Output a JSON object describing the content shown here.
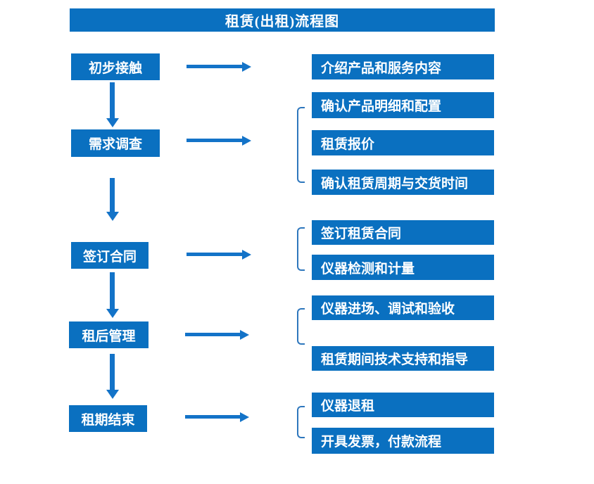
{
  "title": "租赁(出租)流程图",
  "colors": {
    "primary": "#0a70c0",
    "arrow": "#1373c8",
    "bracket": "#2e77bd"
  },
  "flow": {
    "steps": [
      {
        "label": "初步接触",
        "outputs": [
          "介绍产品和服务内容"
        ]
      },
      {
        "label": "需求调查",
        "outputs": [
          "确认产品明细和配置",
          "租赁报价",
          "确认租赁周期与交货时间"
        ]
      },
      {
        "label": "签订合同",
        "outputs": [
          "签订租赁合同",
          "仪器检测和计量"
        ]
      },
      {
        "label": "租后管理",
        "outputs": [
          "仪器进场、调试和验收",
          "租赁期间技术支持和指导"
        ]
      },
      {
        "label": "租期结束",
        "outputs": [
          "仪器退租",
          "开具发票，付款流程"
        ]
      }
    ]
  }
}
